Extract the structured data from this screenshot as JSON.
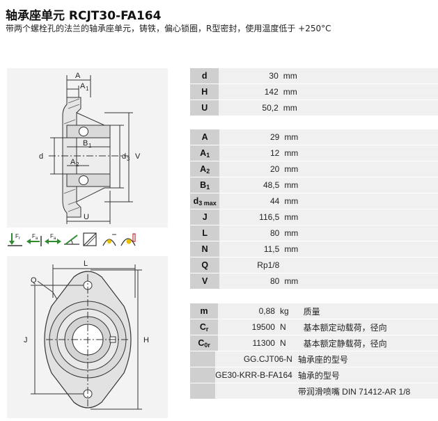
{
  "header": {
    "title": "轴承座单元 RCJT30-FA164",
    "subtitle": "带两个螺栓孔的法兰的轴承座单元，铸铁，偏心锁圈，R型密封，使用温度低于 +250°C"
  },
  "drawing_side": {
    "labels": {
      "A": "A",
      "A1": "A",
      "A1_sub": "1",
      "B1": "B",
      "B1_sub": "1",
      "A2": "A",
      "A2_sub": "2",
      "d": "d",
      "d3": "d",
      "d3_sub": "3",
      "V": "V",
      "U": "U"
    }
  },
  "drawing_front": {
    "labels": {
      "L": "L",
      "Q": "Q",
      "J": "J",
      "H": "H"
    }
  },
  "load_icons": {
    "fr": "F",
    "fr_sub": "r",
    "fa1": "F",
    "fa1_sub": "a",
    "fa2": "F",
    "fa2_sub": "a"
  },
  "dims_main": [
    {
      "key": "d",
      "sub": "",
      "value": "30",
      "unit": "mm"
    },
    {
      "key": "H",
      "sub": "",
      "value": "142",
      "unit": "mm"
    },
    {
      "key": "U",
      "sub": "",
      "value": "50,2",
      "unit": "mm"
    }
  ],
  "dims_detail": [
    {
      "key": "A",
      "sub": "",
      "value": "29",
      "unit": "mm"
    },
    {
      "key": "A",
      "sub": "1",
      "value": "12",
      "unit": "mm"
    },
    {
      "key": "A",
      "sub": "2",
      "value": "20",
      "unit": "mm"
    },
    {
      "key": "B",
      "sub": "1",
      "value": "48,5",
      "unit": "mm"
    },
    {
      "key": "d",
      "sub": "3 max",
      "value": "44",
      "unit": "mm"
    },
    {
      "key": "J",
      "sub": "",
      "value": "116,5",
      "unit": "mm"
    },
    {
      "key": "L",
      "sub": "",
      "value": "80",
      "unit": "mm"
    },
    {
      "key": "N",
      "sub": "",
      "value": "11,5",
      "unit": "mm"
    },
    {
      "key": "Q",
      "sub": "",
      "value": "Rp1/8",
      "unit": ""
    },
    {
      "key": "V",
      "sub": "",
      "value": "80",
      "unit": "mm"
    }
  ],
  "specs": [
    {
      "key": "m",
      "sub": "",
      "value": "0,88",
      "unit": "kg",
      "desc": "质量"
    },
    {
      "key": "C",
      "sub": "r",
      "value": "19500",
      "unit": "N",
      "desc": "基本额定动载荷，径向"
    },
    {
      "key": "C",
      "sub": "0r",
      "value": "11300",
      "unit": "N",
      "desc": "基本额定静载荷，径向"
    }
  ],
  "designations": [
    {
      "value": "GG.CJT06-N",
      "desc": "轴承座的型号"
    },
    {
      "value": "GE30-KRR-B-FA164",
      "desc": "轴承的型号"
    },
    {
      "value": "",
      "desc": "带润滑喷嘴 DIN 71412-AR 1/8"
    }
  ]
}
